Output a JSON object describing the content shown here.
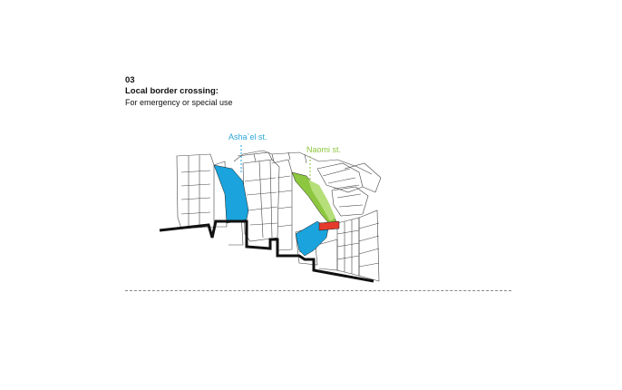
{
  "caption": {
    "number": "03",
    "title": "Local border crossing:",
    "subtitle": "For emergency or special use"
  },
  "labels": {
    "street_blue": "Asha`el st.",
    "street_green": "Naomi st."
  },
  "colors": {
    "street_blue": "#1aa3dc",
    "street_green": "#8dc63f",
    "crossing_red": "#e53b2c",
    "linework": "#222222",
    "border_line": "#111111"
  },
  "icons": [
    "diagram-illustration",
    "dashed-divider"
  ]
}
